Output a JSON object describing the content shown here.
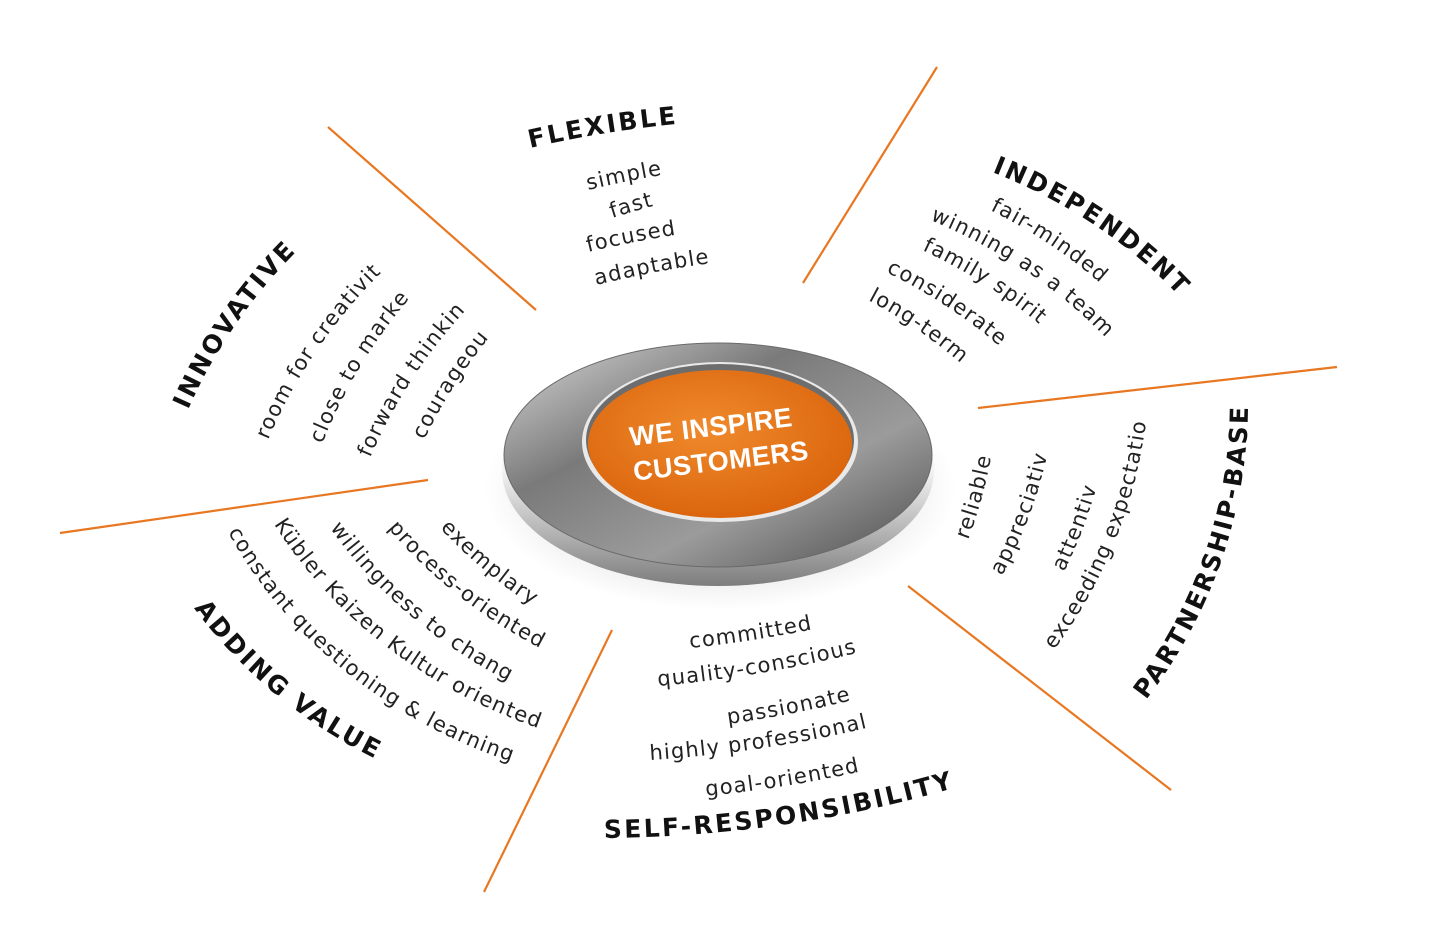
{
  "center": {
    "line1": "WE INSPIRE",
    "line2": "CUSTOMERS"
  },
  "colors": {
    "accent": "#e87722",
    "text": "#111111",
    "ring": "#8a8a8a"
  },
  "segments": [
    {
      "id": "flexible",
      "heading": "FLEXIBLE",
      "items": [
        "simple",
        "fast",
        "focused",
        "adaptable"
      ]
    },
    {
      "id": "independent",
      "heading": "INDEPENDENT",
      "items": [
        "fair-minded",
        "winning as a team",
        "family spirit",
        "considerate",
        "long-term"
      ]
    },
    {
      "id": "partnership-based",
      "heading": "PARTNERSHIP-BASED",
      "items": [
        "reliable",
        "appreciative",
        "attentive",
        "exceeding expectations"
      ]
    },
    {
      "id": "self-responsibility",
      "heading": "SELF-RESPONSIBILITY",
      "items": [
        "committed",
        "quality-conscious",
        "passionate",
        "highly professional",
        "goal-oriented"
      ]
    },
    {
      "id": "adding-value",
      "heading": "ADDING VALUE",
      "items": [
        "exemplary",
        "process-oriented",
        "willingness to change",
        "Kübler Kaizen Kultur oriented",
        "constant questioning & learning"
      ]
    },
    {
      "id": "innovative",
      "heading": "INNOVATIVE",
      "items": [
        "room for creativity",
        "close to market",
        "forward thinking",
        "courageous"
      ]
    }
  ]
}
